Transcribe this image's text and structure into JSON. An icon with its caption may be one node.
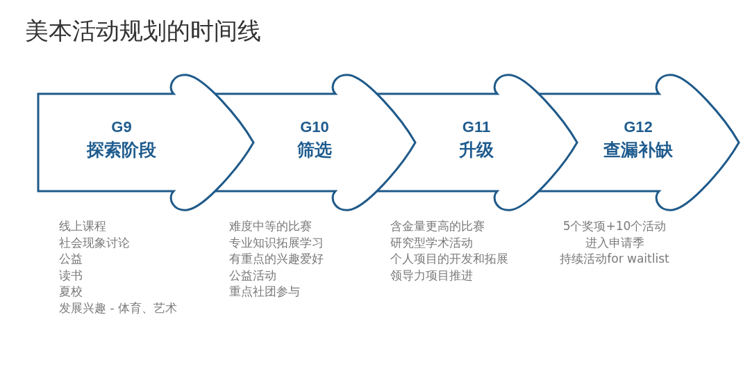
{
  "diagram": {
    "title": "美本活动规划的时间线",
    "nodes": [
      {
        "text": [
          "G9",
          "探索阶段"
        ],
        "beside": [
          "线上课程",
          "社会现象讨论",
          "公益",
          "读书",
          "夏校",
          "发展兴趣 - 体育、艺术"
        ]
      },
      {
        "text": [
          "G10",
          "筛选"
        ],
        "beside": [
          "难度中等的比赛",
          "专业知识拓展学习",
          "有重点的兴趣爱好",
          "公益活动",
          "重点社团参与"
        ]
      },
      {
        "text": [
          "G11",
          "升级"
        ],
        "beside": [
          "含金量更高的比赛",
          "研究型学术活动",
          "个人项目的开发和拓展",
          "领导力项目推进"
        ]
      },
      {
        "text": [
          "G12",
          "查漏补缺"
        ],
        "beside": [
          "5个奖项+10个活动",
          "进入申请季",
          "持续活动for waitlist"
        ]
      }
    ]
  }
}
